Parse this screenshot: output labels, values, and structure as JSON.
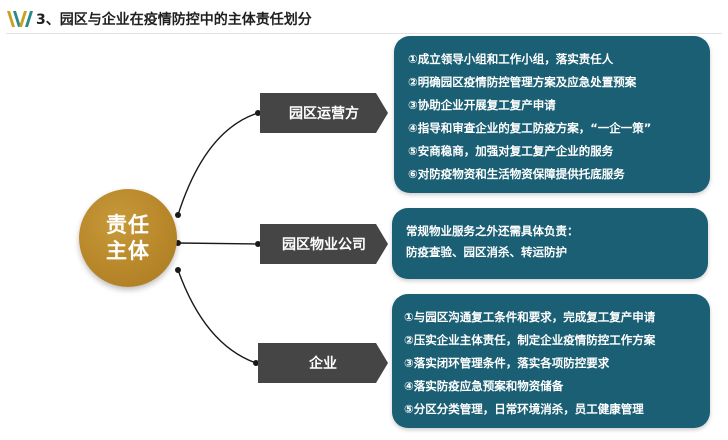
{
  "header": {
    "logo_icon": "vw-logo-icon",
    "title": "3、园区与企业在疫情防控中的主体责任划分"
  },
  "center": {
    "line1": "责任",
    "line2": "主体"
  },
  "branches": [
    {
      "label": "园区运营方",
      "items": [
        "①成立领导小组和工作小组，落实责任人",
        "②明确园区疫情防控管理方案及应急处置预案",
        "③协助企业开展复工复产申请",
        "④指导和审查企业的复工防疫方案，“一企一策”",
        "⑤安商稳商，加强对复工复产企业的服务",
        "⑥对防疫物资和生活物资保障提供托底服务"
      ]
    },
    {
      "label": "园区物业公司",
      "items": [
        "常规物业服务之外还需具体负责：",
        "防疫查验、园区消杀、转运防护"
      ]
    },
    {
      "label": "企业",
      "items": [
        "①与园区沟通复工条件和要求，完成复工复产申请",
        "②压实企业主体责任，制定企业疫情防控工作方案",
        "③落实闭环管理条件，落实各项防控要求",
        "④落实防疫应急预案和物资储备",
        "⑤分区分类管理，日常环境消杀，员工健康管理"
      ]
    }
  ],
  "colors": {
    "center_gold": "#b8872a",
    "tag_gray": "#454545",
    "box_teal": "#1a5f74",
    "logo_gold": "#c9a21e",
    "logo_teal": "#2a8a8c"
  }
}
